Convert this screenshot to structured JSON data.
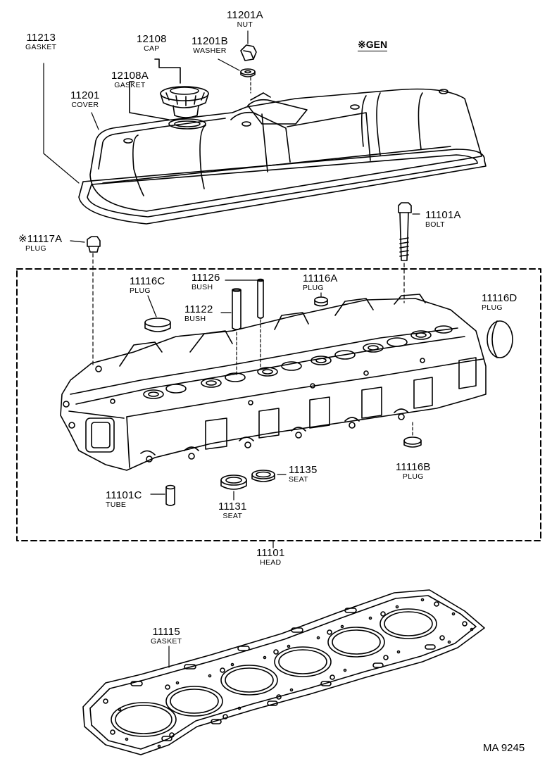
{
  "diagram": {
    "variant_note": "※GEN",
    "figure_code": "MA 9245",
    "parts": [
      {
        "id": "p1",
        "num": "11201A",
        "desc": "NUT"
      },
      {
        "id": "p2",
        "num": "11213",
        "desc": "GASKET"
      },
      {
        "id": "p3",
        "num": "12108",
        "desc": "CAP"
      },
      {
        "id": "p4",
        "num": "11201B",
        "desc": "WASHER"
      },
      {
        "id": "p5",
        "num": "12108A",
        "desc": "GASKET"
      },
      {
        "id": "p6",
        "num": "11201",
        "desc": "COVER"
      },
      {
        "id": "p7",
        "num": "11101A",
        "desc": "BOLT"
      },
      {
        "id": "p8",
        "num": "※11117A",
        "desc": "PLUG"
      },
      {
        "id": "p9",
        "num": "11126",
        "desc": "BUSH"
      },
      {
        "id": "p10",
        "num": "11116C",
        "desc": "PLUG"
      },
      {
        "id": "p11",
        "num": "11116A",
        "desc": "PLUG"
      },
      {
        "id": "p12",
        "num": "11122",
        "desc": "BUSH"
      },
      {
        "id": "p13",
        "num": "11116D",
        "desc": "PLUG"
      },
      {
        "id": "p14",
        "num": "11135",
        "desc": "SEAT"
      },
      {
        "id": "p15",
        "num": "11116B",
        "desc": "PLUG"
      },
      {
        "id": "p16",
        "num": "11101C",
        "desc": "TUBE"
      },
      {
        "id": "p17",
        "num": "11131",
        "desc": "SEAT"
      },
      {
        "id": "p18",
        "num": "11101",
        "desc": "HEAD"
      },
      {
        "id": "p19",
        "num": "11115",
        "desc": "GASKET"
      }
    ]
  }
}
